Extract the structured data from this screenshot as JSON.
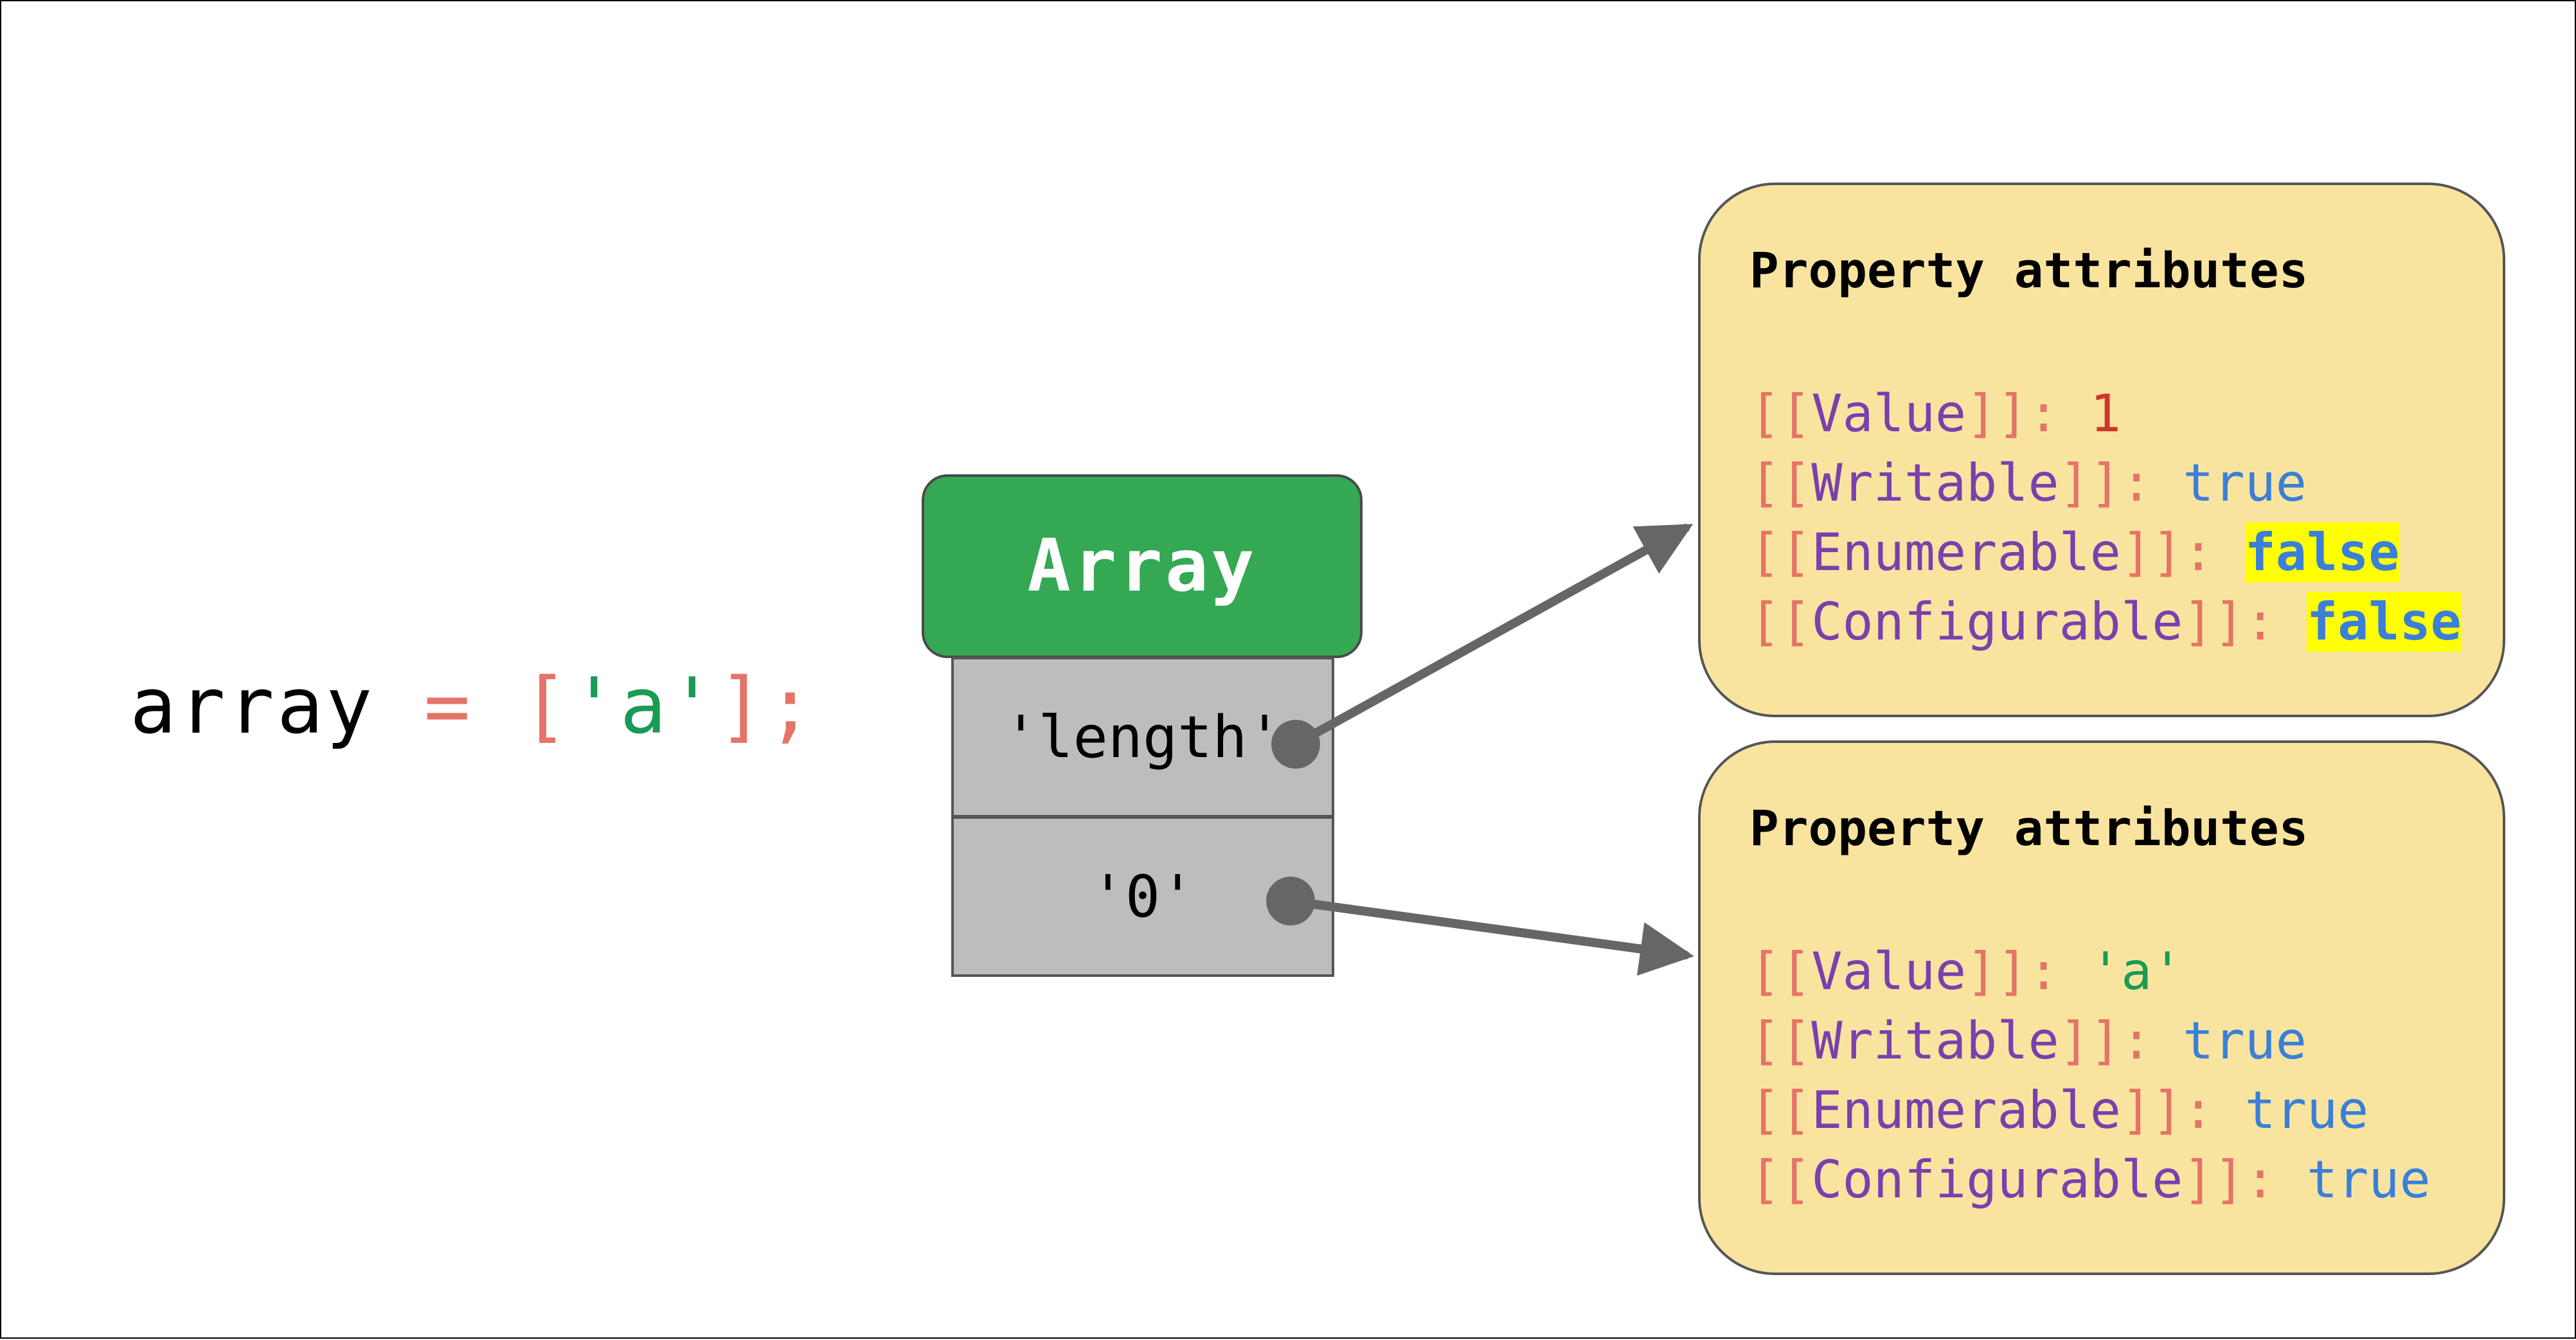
{
  "code": {
    "name": "array",
    "op": "=",
    "open_bracket": "[",
    "value": "'a'",
    "close": "];"
  },
  "array_object": {
    "title": "Array",
    "properties": [
      "'length'",
      "'0'"
    ]
  },
  "attribute_boxes": [
    {
      "title": "Property attributes",
      "attributes": [
        {
          "key": "Value",
          "value": "1",
          "value_kind": "number",
          "highlighted": false
        },
        {
          "key": "Writable",
          "value": "true",
          "value_kind": "boolean",
          "highlighted": false
        },
        {
          "key": "Enumerable",
          "value": "false",
          "value_kind": "boolean",
          "highlighted": true
        },
        {
          "key": "Configurable",
          "value": "false",
          "value_kind": "boolean",
          "highlighted": true
        }
      ]
    },
    {
      "title": "Property attributes",
      "attributes": [
        {
          "key": "Value",
          "value": "'a'",
          "value_kind": "string",
          "highlighted": false
        },
        {
          "key": "Writable",
          "value": "true",
          "value_kind": "boolean",
          "highlighted": false
        },
        {
          "key": "Enumerable",
          "value": "true",
          "value_kind": "boolean",
          "highlighted": false
        },
        {
          "key": "Configurable",
          "value": "true",
          "value_kind": "boolean",
          "highlighted": false
        }
      ]
    }
  ],
  "colors": {
    "array_header": "#34a853",
    "cell": "#bdbdbd",
    "attr_box": "#f9e49f",
    "bracket": "#e57368",
    "key": "#7b3fae",
    "number": "#d0352b",
    "boolean": "#3a7fd9",
    "string": "#1a9a55",
    "highlight": "#ffff00",
    "arrow": "#666666"
  }
}
